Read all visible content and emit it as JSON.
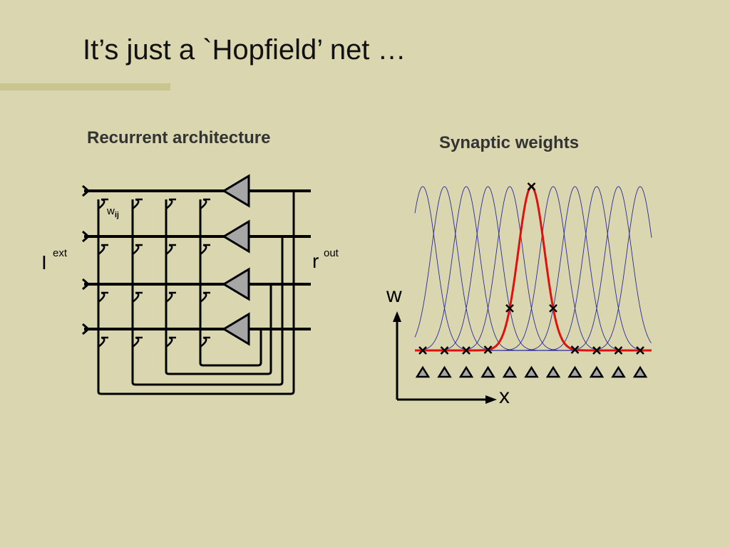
{
  "slide": {
    "title": "It’s just a `Hopfield’ net …"
  },
  "architecture": {
    "subtitle": "Recurrent architecture",
    "input_label": "I",
    "input_sup": "ext",
    "output_label": "r",
    "output_sup": "out",
    "weight_label": "w",
    "weight_sub": "ij",
    "rows": 4,
    "cols": 4
  },
  "weights": {
    "subtitle": "Synaptic weights",
    "y_axis_label": "w",
    "x_axis_label": "x",
    "neuron_count": 11,
    "highlight_index": 5,
    "colors": {
      "tuning_curves": "#2a2a9a",
      "highlight_curve": "#e01010",
      "markers": "#000000"
    }
  }
}
